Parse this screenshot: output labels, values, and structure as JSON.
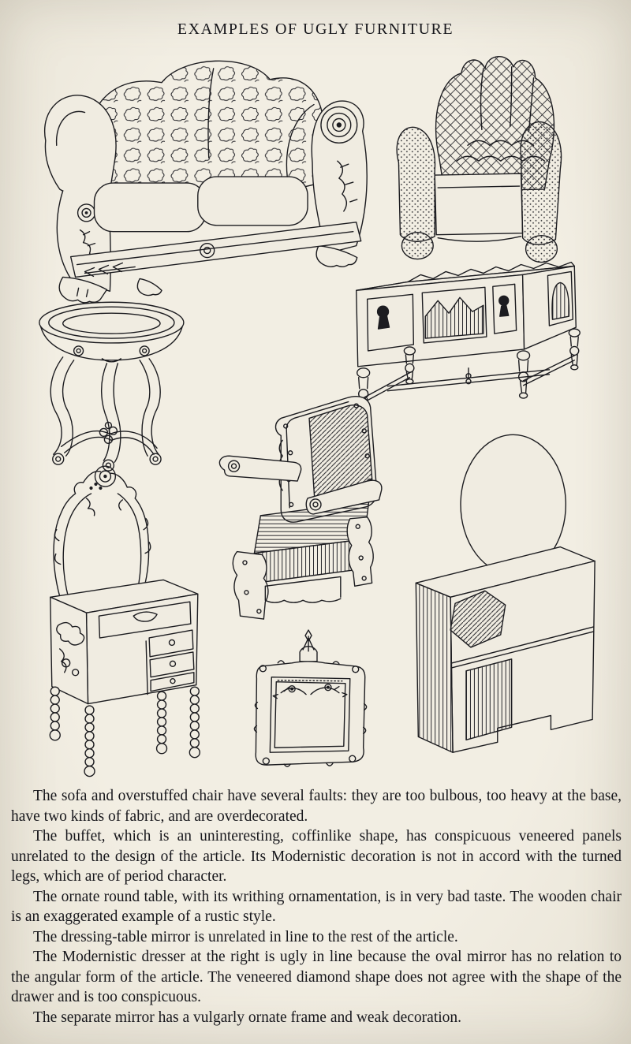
{
  "page": {
    "title": "EXAMPLES OF UGLY FURNITURE"
  },
  "colors": {
    "paper": "#f0ece1",
    "ink": "#1c1c20"
  },
  "illustrations": [
    "overstuffed-sofa",
    "overstuffed-chair",
    "ornate-round-table",
    "buffet",
    "rustic-wooden-chair",
    "dressing-table",
    "separate-mirror",
    "modernistic-dresser"
  ],
  "paragraphs": [
    "The sofa and overstuffed chair have several faults: they are too bulbous, too heavy at the base, have two kinds of fabric, and are overdecorated.",
    "The buffet, which is an uninteresting, coffinlike shape, has conspicuous veneered panels unrelated to the design of the article. Its Modernistic decoration is not in accord with the turned legs, which are of period character.",
    "The ornate round table, with its writhing ornamentation, is in very bad taste. The wooden chair is an exaggerated example of a rustic style.",
    "The dressing-table mirror is unrelated in line to the rest of the article.",
    "The Modernistic dresser at the right is ugly in line because the oval mirror has no relation to the angular form of the article. The veneered diamond shape does not agree with the shape of the drawer and is too conspicuous.",
    "The separate mirror has a vulgarly ornate frame and weak decoration."
  ]
}
